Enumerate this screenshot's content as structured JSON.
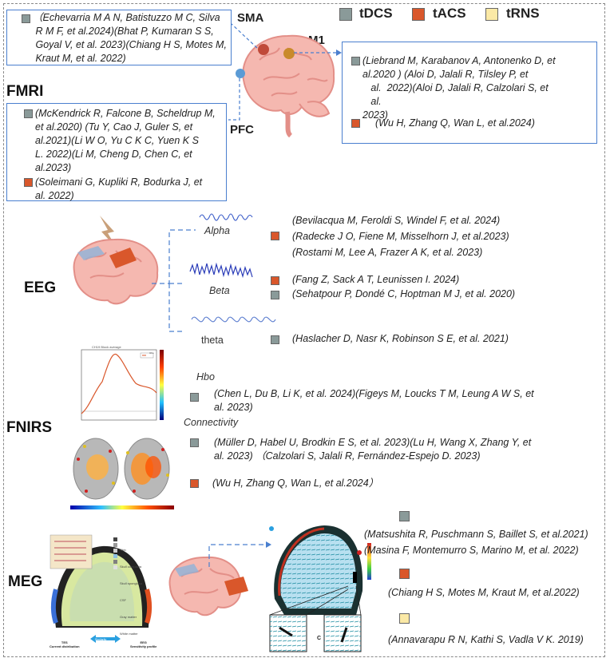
{
  "legend": {
    "items": [
      {
        "label": "tDCS",
        "color": "#8a9a99"
      },
      {
        "label": "tACS",
        "color": "#d9572b"
      },
      {
        "label": "tRNS",
        "color": "#fbe9a6"
      }
    ]
  },
  "fmri": {
    "section_label": "FMRI",
    "sma_label": "SMA",
    "m1_label": "M1",
    "pfc_label": "PFC",
    "sma_text": "（Echevarria M A N, Batistuzzo M C, Silva\n R M F, et al.2024)(Bhat P, Kumaran S S,\n Goyal V, et al. 2023)(Chiang H S, Motes M,\n Kraut M, et al. 2022)",
    "m1_tdcs": "(Liebrand M, Karabanov A, Antonenko D, et\nal.2020 ) (Aloi D, Jalali R, Tilsley P, et\n   al.  2022)(Aloi D, Jalali R, Calzolari S, et\n   al.\n2023)",
    "m1_tacs": "(Wu H, Zhang Q, Wan L, et al.2024)",
    "pfc_tdcs": "(McKendrick R, Falcone B, Scheldrup M,\net al.2020) (Tu Y, Cao J, Guler S, et\nal.2021)(Li W O, Yu C K C, Yuen K S\nL. 2022)(Li M, Cheng D, Chen C, et\nal.2023)",
    "pfc_tacs": "(Soleimani G, Kupliki R, Bodurka J, et\nal. 2022)"
  },
  "eeg": {
    "section_label": "EEG",
    "alpha_label": "Alpha",
    "beta_label": "Beta",
    "theta_label": "theta",
    "alpha_refs": "(Bevilacqua M, Feroldi S, Windel F, et al. 2024)\n(Radecke J O, Fiene M, Misselhorn J, et al.2023)\n(Rostami M, Lee A, Frazer A K, et al. 2023)",
    "beta_tacs": "(Fang Z, Sack A T, Leunissen I. 2024)",
    "beta_tdcs": "(Sehatpour P, Dondé C, Hoptman M J, et al. 2020)",
    "theta_tdcs": "(Haslacher D, Nasr K, Robinson S E, et al. 2021)"
  },
  "fnirs": {
    "section_label": "FNIRS",
    "hbo_label": "Hbo",
    "connectivity_label": "Connectivity",
    "hbo_refs": "(Chen L, Du B, Li K, et al. 2024)(Figeys M, Loucks T M, Leung A W S, et\nal. 2023)",
    "conn_tdcs": "(Müller D, Habel U, Brodkin E S, et al. 2023)(Lu H, Wang X, Zhang Y, et\nal. 2023) （Calzolari S, Jalali R, Fernández-Espejo D. 2023)",
    "conn_tacs": "(Wu H, Zhang Q, Wan L, et al.2024）",
    "plot_title": "CH19 Block average",
    "plot_legend": "Hbo"
  },
  "meg": {
    "section_label": "MEG",
    "tdcs_refs": "(Matsushita R, Puschmann S, Baillet S, et al.2021)\n(Masina F, Montemurro S, Marino M, et al. 2022)",
    "tacs_refs": "(Chiang H S, Motes M, Kraut M, et al.2022)",
    "trns_refs": "(Annavarapu R N, Kathi S, Vadla V K. 2019)",
    "tes_label": "TES\nCurrent distribution",
    "eeg_label": "EEG\nSensitivity profile",
    "similarity_label": "Similarity",
    "inset_label": "C",
    "legend_rows": [
      "Skin",
      "Skull compacta",
      "Skull spongiosa",
      "CSF",
      "Gray matter",
      "White matter"
    ]
  }
}
